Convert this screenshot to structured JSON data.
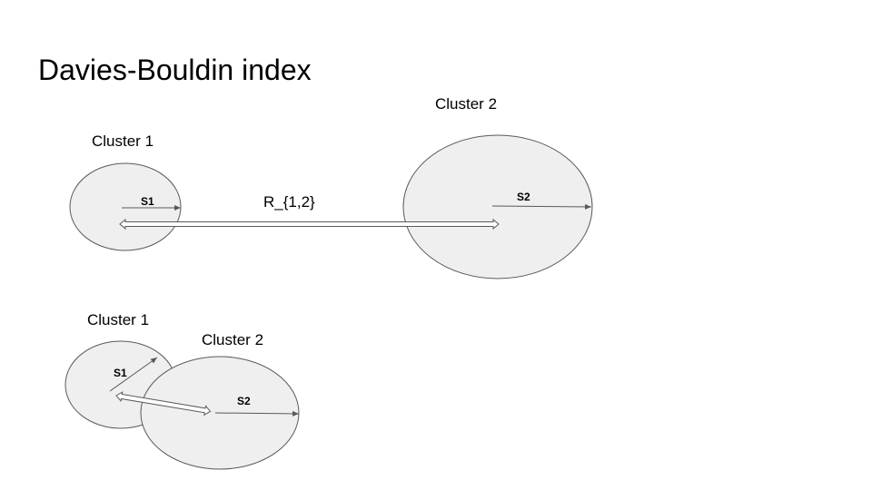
{
  "title": "Davies-Bouldin index",
  "top_example": {
    "cluster1_label": "Cluster 1",
    "cluster2_label": "Cluster 2",
    "s1_label": "S1",
    "s2_label": "S2",
    "distance_label": "R_{1,2}"
  },
  "bottom_example": {
    "cluster1_label": "Cluster 1",
    "cluster2_label": "Cluster 2",
    "s1_label": "S1",
    "s2_label": "S2"
  },
  "colors": {
    "cluster_fill": "#efefef",
    "outline": "#595959",
    "text": "#000000"
  }
}
